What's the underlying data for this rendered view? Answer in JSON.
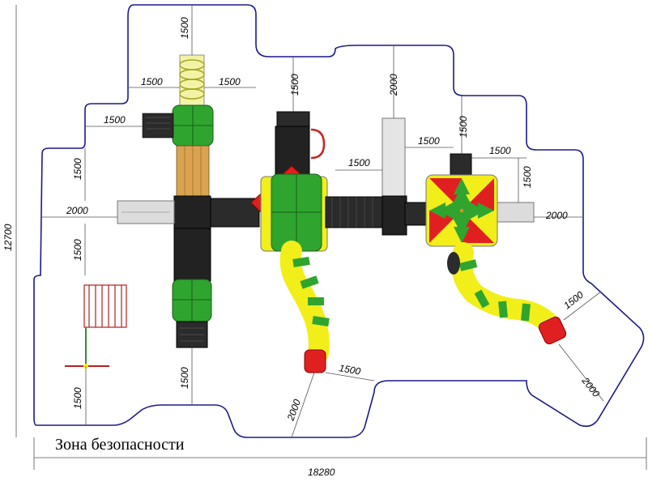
{
  "caption": "Зона безопасности",
  "overall": {
    "width": "18280",
    "height": "12700"
  },
  "dims": {
    "top_tower": "1500",
    "tower_left": "1500",
    "tower_right": "1500",
    "left_upper": "1500",
    "left_mid_upper": "1500",
    "left_slide": "2000",
    "left_mid_lower": "1500",
    "left_bottom": "1500",
    "bottom_tower": "1500",
    "center_top": "1500",
    "wall_top": "2000",
    "wall_left": "1500",
    "wall_right": "1500",
    "right_top": "1500",
    "right_mid": "1500",
    "right_side": "1500",
    "right_slide": "2000",
    "slide1_side": "1500",
    "slide1_bottom": "2000",
    "slide2_side": "1500",
    "slide2_bottom": "2000"
  },
  "colors": {
    "zone": "#1a1a8c",
    "black": "#222222",
    "green": "#2fa52f",
    "yellow": "#f2ee1a",
    "red": "#e02020",
    "wood": "#d9a351",
    "grey": "#d8d8d8"
  }
}
